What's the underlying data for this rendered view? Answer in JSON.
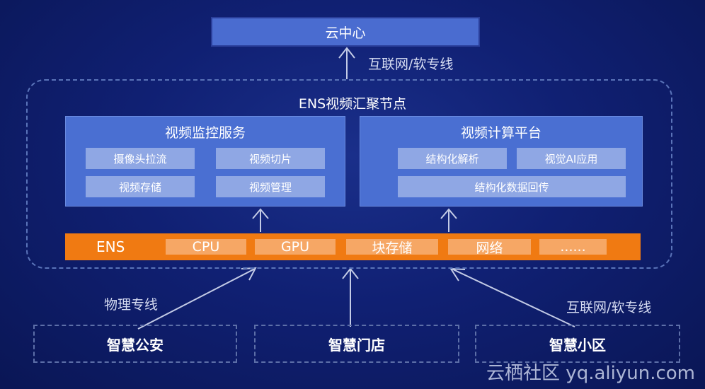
{
  "cloud_center": "云中心",
  "uplink_label": "互联网/软专线",
  "node_title": "ENS视频汇聚节点",
  "panels": {
    "video_monitoring": {
      "title": "视频监控服务",
      "items": [
        "摄像头拉流",
        "视频切片",
        "视频存储",
        "视频管理"
      ]
    },
    "video_computing": {
      "title": "视频计算平台",
      "items": [
        "结构化解析",
        "视觉AI应用",
        "结构化数据回传"
      ]
    }
  },
  "ens_bar": {
    "label": "ENS",
    "items": [
      "CPU",
      "GPU",
      "块存储",
      "网络",
      "......"
    ]
  },
  "links": {
    "left": "物理专线",
    "right": "互联网/软专线"
  },
  "sites": [
    "智慧公安",
    "智慧门店",
    "智慧小区"
  ],
  "watermark": "云栖社区 yq.aliyun.com",
  "colors": {
    "background": "#102073",
    "panel": "#4a6fd2",
    "chip": "#8fa7e4",
    "ens_bar": "#f07a12",
    "ens_chip": "#f6a765"
  }
}
